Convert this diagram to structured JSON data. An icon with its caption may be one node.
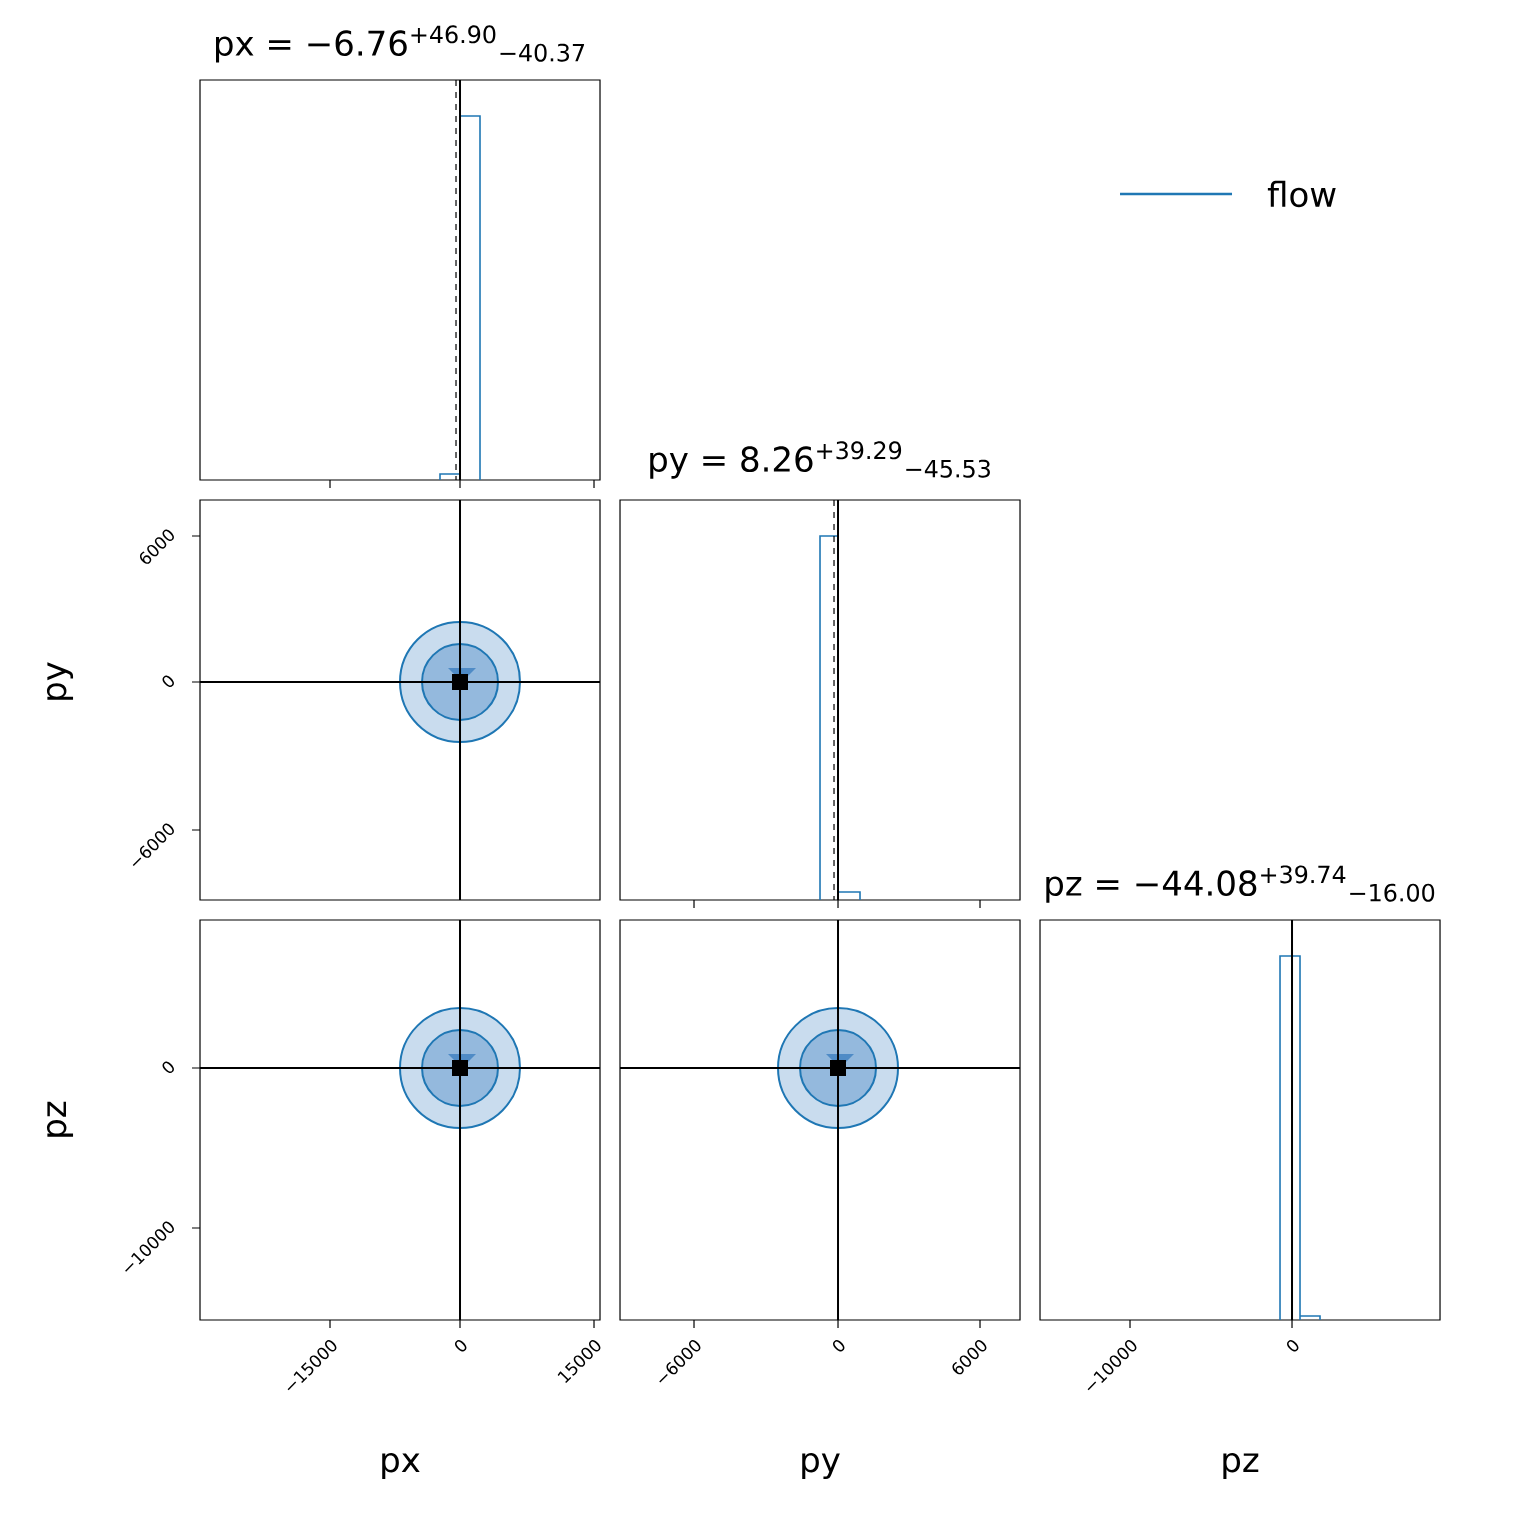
{
  "diagram": {
    "labels": [
      "px = −6.76$^{+46.90}$$_{−40.37}$",
      "6000",
      "py",
      "0",
      "−6000",
      "py = 8.26$^{+39.29}$$_{−45.53}$",
      "pz = −44.08$^{+39.74}$$_{−16.00}$",
      "0",
      "pz",
      "−10000",
      "−15000",
      "0",
      "15000",
      "−6000",
      "0",
      "6000",
      "−10000",
      "0",
      "px",
      "py",
      "pz"
    ],
    "legend": [
      {
        "text": "flow"
      }
    ]
  }
}
